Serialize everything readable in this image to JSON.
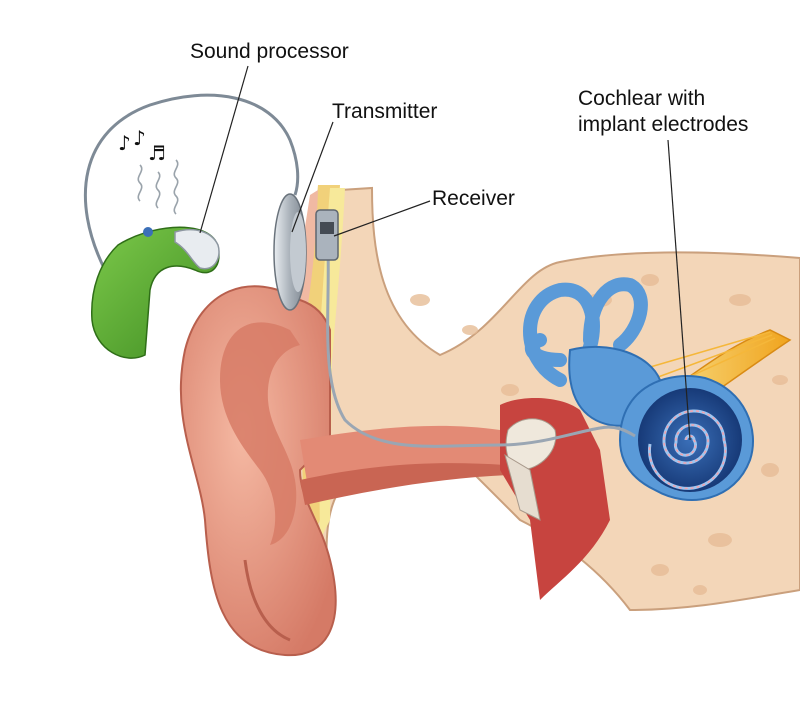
{
  "labels": {
    "sound_processor": "Sound processor",
    "transmitter": "Transmitter",
    "receiver": "Receiver",
    "cochlear_line1": "Cochlear with",
    "cochlear_line2": "implant electrodes"
  },
  "colors": {
    "skin": "#e8957f",
    "skin_dark": "#c66a5a",
    "bone": "#f3d6b8",
    "canal": "#d9665a",
    "processor_green": "#5aae32",
    "inner_ear_blue": "#4d8fd0",
    "nerve_yellow": "#f6c445"
  }
}
